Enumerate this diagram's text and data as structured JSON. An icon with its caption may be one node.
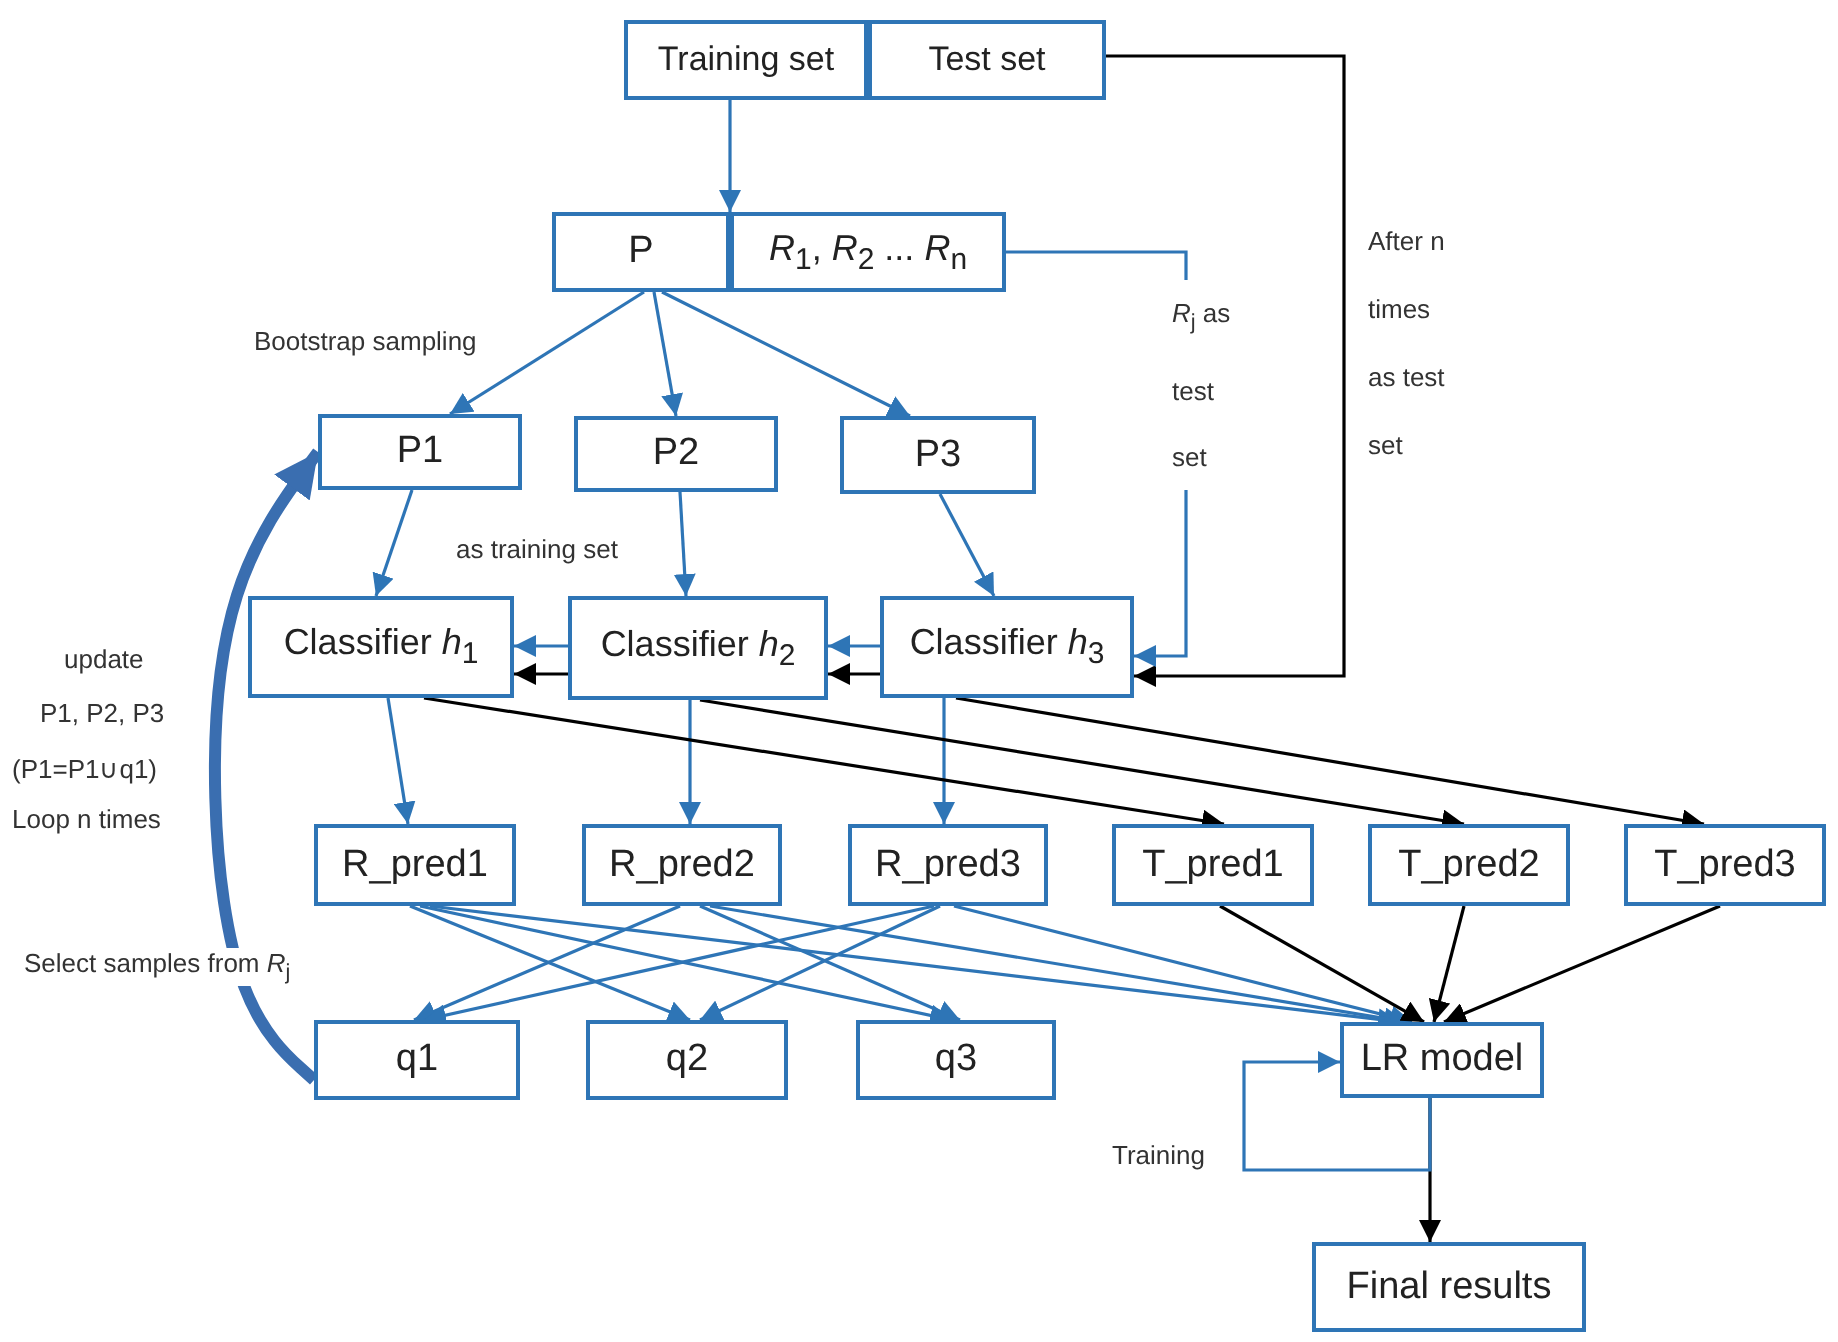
{
  "diagram": {
    "nodes": [
      {
        "text": [
          "Training set"
        ]
      },
      {
        "text": [
          "Test set"
        ]
      },
      {
        "text": [
          "P"
        ]
      },
      {
        "text": [
          "*R*$_{1}$, *R*$_{2}$ ... *R*$_{n}$"
        ]
      },
      {
        "text": [
          "P1"
        ]
      },
      {
        "text": [
          "P2"
        ]
      },
      {
        "text": [
          "P3"
        ]
      },
      {
        "text": [
          "Classifier *h*$_{1}$"
        ]
      },
      {
        "text": [
          "Classifier *h*$_{2}$"
        ]
      },
      {
        "text": [
          "Classifier *h*$_{3}$"
        ]
      },
      {
        "text": [
          "R_pred1"
        ]
      },
      {
        "text": [
          "R_pred2"
        ]
      },
      {
        "text": [
          "R_pred3"
        ]
      },
      {
        "text": [
          "T_pred1"
        ]
      },
      {
        "text": [
          "T_pred2"
        ]
      },
      {
        "text": [
          "T_pred3"
        ]
      },
      {
        "text": [
          "q1"
        ]
      },
      {
        "text": [
          "q2"
        ]
      },
      {
        "text": [
          "q3"
        ]
      },
      {
        "text": [
          "LR model"
        ]
      },
      {
        "text": [
          "Final results"
        ]
      }
    ],
    "edges": [
      {
        "from": 0,
        "to": 2,
        "arrow": "to"
      },
      {
        "from": 1,
        "to": 9,
        "arrow": "to",
        "color": "#000000",
        "label": "After n times as test set"
      },
      {
        "from": 3,
        "to": 9,
        "arrow": "to",
        "label": "*R*$_{j}$ as test set"
      },
      {
        "from": 2,
        "to": 4,
        "arrow": "to"
      },
      {
        "from": 2,
        "to": 5,
        "arrow": "to"
      },
      {
        "from": 2,
        "to": 6,
        "arrow": "to"
      },
      {
        "from": 4,
        "to": 7,
        "arrow": "to"
      },
      {
        "from": 5,
        "to": 8,
        "arrow": "to"
      },
      {
        "from": 6,
        "to": 9,
        "arrow": "to"
      },
      {
        "from": 9,
        "to": 8,
        "arrow": "to"
      },
      {
        "from": 9,
        "to": 8,
        "arrow": "to",
        "color": "#000000"
      },
      {
        "from": 8,
        "to": 7,
        "arrow": "to"
      },
      {
        "from": 8,
        "to": 7,
        "arrow": "to",
        "color": "#000000"
      },
      {
        "from": 7,
        "to": 10,
        "arrow": "to"
      },
      {
        "from": 8,
        "to": 11,
        "arrow": "to"
      },
      {
        "from": 9,
        "to": 12,
        "arrow": "to"
      },
      {
        "from": 7,
        "to": 13,
        "arrow": "to",
        "color": "#000000"
      },
      {
        "from": 8,
        "to": 14,
        "arrow": "to",
        "color": "#000000"
      },
      {
        "from": 9,
        "to": 15,
        "arrow": "to",
        "color": "#000000"
      },
      {
        "from": 10,
        "to": 17,
        "arrow": "to"
      },
      {
        "from": 10,
        "to": 18,
        "arrow": "to"
      },
      {
        "from": 10,
        "to": 19,
        "arrow": "to"
      },
      {
        "from": 11,
        "to": 16,
        "arrow": "to"
      },
      {
        "from": 11,
        "to": 18,
        "arrow": "to"
      },
      {
        "from": 11,
        "to": 19,
        "arrow": "to"
      },
      {
        "from": 12,
        "to": 16,
        "arrow": "to"
      },
      {
        "from": 12,
        "to": 17,
        "arrow": "to"
      },
      {
        "from": 12,
        "to": 19,
        "arrow": "to"
      },
      {
        "from": 13,
        "to": 19,
        "arrow": "to",
        "color": "#000000"
      },
      {
        "from": 14,
        "to": 19,
        "arrow": "to",
        "color": "#000000"
      },
      {
        "from": 15,
        "to": 19,
        "arrow": "to",
        "color": "#000000"
      },
      {
        "from": 19,
        "to": 20,
        "arrow": "to",
        "color": "#000000"
      },
      {
        "from": 19,
        "to": 19,
        "arrow": "to",
        "label": "Training"
      },
      {
        "from": 16,
        "to": 4,
        "arrow": "to",
        "style": "thick"
      }
    ],
    "labels": [
      "Bootstrap sampling",
      "as training set",
      "update",
      "P1, P2, P3",
      "(P1=P1∪q1)",
      "Loop n times",
      "Select samples from *R*$_{j}$"
    ]
  }
}
